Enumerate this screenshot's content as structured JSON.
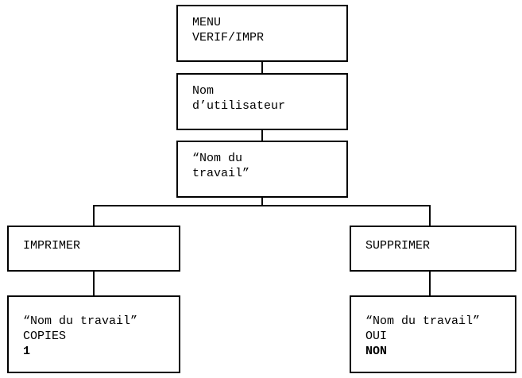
{
  "diagram": {
    "menu_box": {
      "lines": [
        "MENU",
        "VERIF/IMPR"
      ]
    },
    "user_box": {
      "lines": [
        "Nom",
        "d’utilisateur"
      ]
    },
    "job_box": {
      "lines": [
        "“Nom du",
        "travail”"
      ]
    },
    "print_box": {
      "lines": [
        "IMPRIMER"
      ]
    },
    "delete_box": {
      "lines": [
        "SUPPRIMER"
      ]
    },
    "print_detail_box": {
      "lines": [
        "“Nom du travail”",
        "COPIES",
        "1"
      ]
    },
    "delete_detail_box": {
      "lines": [
        "“Nom du travail”",
        "OUI",
        "NON"
      ]
    }
  }
}
